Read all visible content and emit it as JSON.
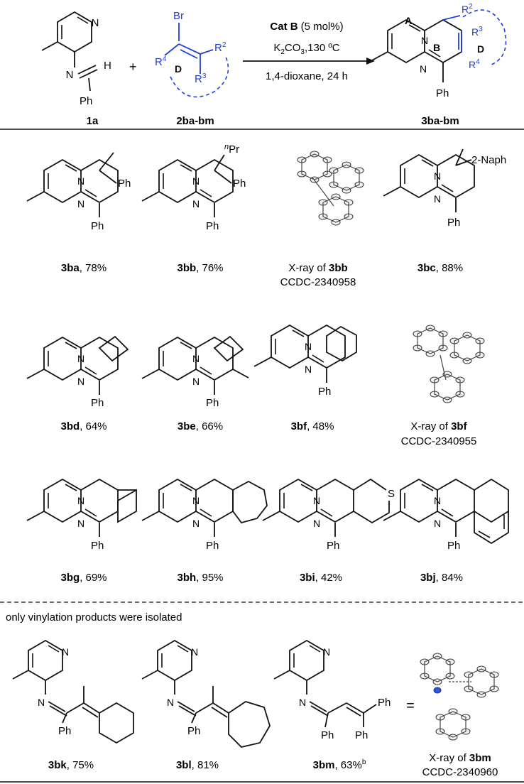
{
  "header": {
    "reactant1": "1a",
    "reactant2": "2ba-bm",
    "product": "3ba-bm",
    "conditions": {
      "catalyst": "Cat B",
      "loading": "(5 mol%)",
      "base": "K",
      "base_sub": "2",
      "base_rest": "CO",
      "base_sub2": "3",
      "temperature": ",130 ºC",
      "solvent_time": "1,4-dioxane, 24 h"
    },
    "plus": "+",
    "labels": {
      "br": "Br",
      "h": "H",
      "ph": "Ph",
      "r2": "R",
      "r2_sup": "2",
      "r3": "R",
      "r3_sup": "3",
      "r4": "R",
      "r4_sup": "4",
      "d": "D",
      "a": "A",
      "b": "B"
    }
  },
  "grid": {
    "ph": "Ph",
    "npr": "Pr",
    "npr_pre": "n",
    "naph": "2-Naph",
    "s": "S"
  },
  "products": [
    {
      "id": "3ba",
      "text": ", 78%"
    },
    {
      "id": "3bb",
      "text": ", 76%"
    },
    {
      "id": "3bc",
      "text": ", 88%"
    },
    {
      "id": "3bd",
      "text": ", 64%"
    },
    {
      "id": "3be",
      "text": ", 66%"
    },
    {
      "id": "3bf",
      "text": ", 48%"
    },
    {
      "id": "3bg",
      "text": ", 69%"
    },
    {
      "id": "3bh",
      "text": ", 95%"
    },
    {
      "id": "3bi",
      "text": ", 42%"
    },
    {
      "id": "3bj",
      "text": ", 84%"
    },
    {
      "id": "3bk",
      "text": ", 75%"
    },
    {
      "id": "3bl",
      "text": ", 81%"
    },
    {
      "id": "3bm",
      "text": ", 63%",
      "sup": "b"
    }
  ],
  "xray": [
    {
      "prefix": "X-ray of ",
      "id": "3bb",
      "ccdc": "CCDC-2340958"
    },
    {
      "prefix": "X-ray of ",
      "id": "3bf",
      "ccdc": "CCDC-2340955"
    },
    {
      "prefix": "X-ray of ",
      "id": "3bm",
      "ccdc": "CCDC-2340960"
    }
  ],
  "note": "only vinylation products were isolated",
  "equals": "=",
  "colors": {
    "ink": "#111111",
    "blue": "#1f3fd6"
  }
}
